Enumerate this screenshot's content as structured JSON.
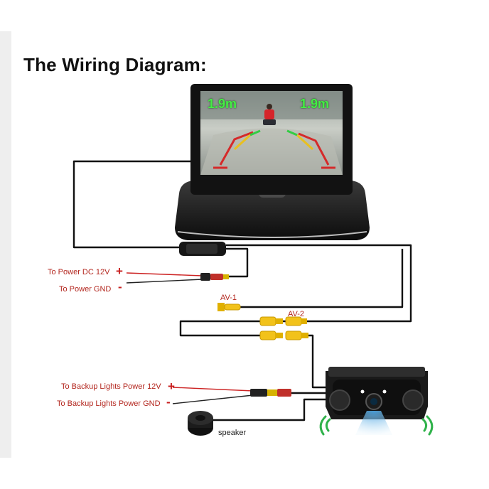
{
  "title": "The Wiring Diagram:",
  "monitor": {
    "distance_left": "1.9m",
    "distance_right": "1.9m"
  },
  "labels": {
    "power_dc": "To Power DC 12V",
    "power_gnd": "To Power GND",
    "av1": "AV-1",
    "av2": "AV-2",
    "backup_power": "To Backup Lights Power 12V",
    "backup_gnd": "To Backup Lights Power GND",
    "speaker": "speaker",
    "plus": "+",
    "minus": "-"
  },
  "colors": {
    "label_red": "#b3261e",
    "wire": "#111111",
    "wire_red": "#cc2222",
    "rca_yellow": "#f2c21a",
    "signal_green": "#2fb24a",
    "beam_blue": "#4aa3e0"
  }
}
